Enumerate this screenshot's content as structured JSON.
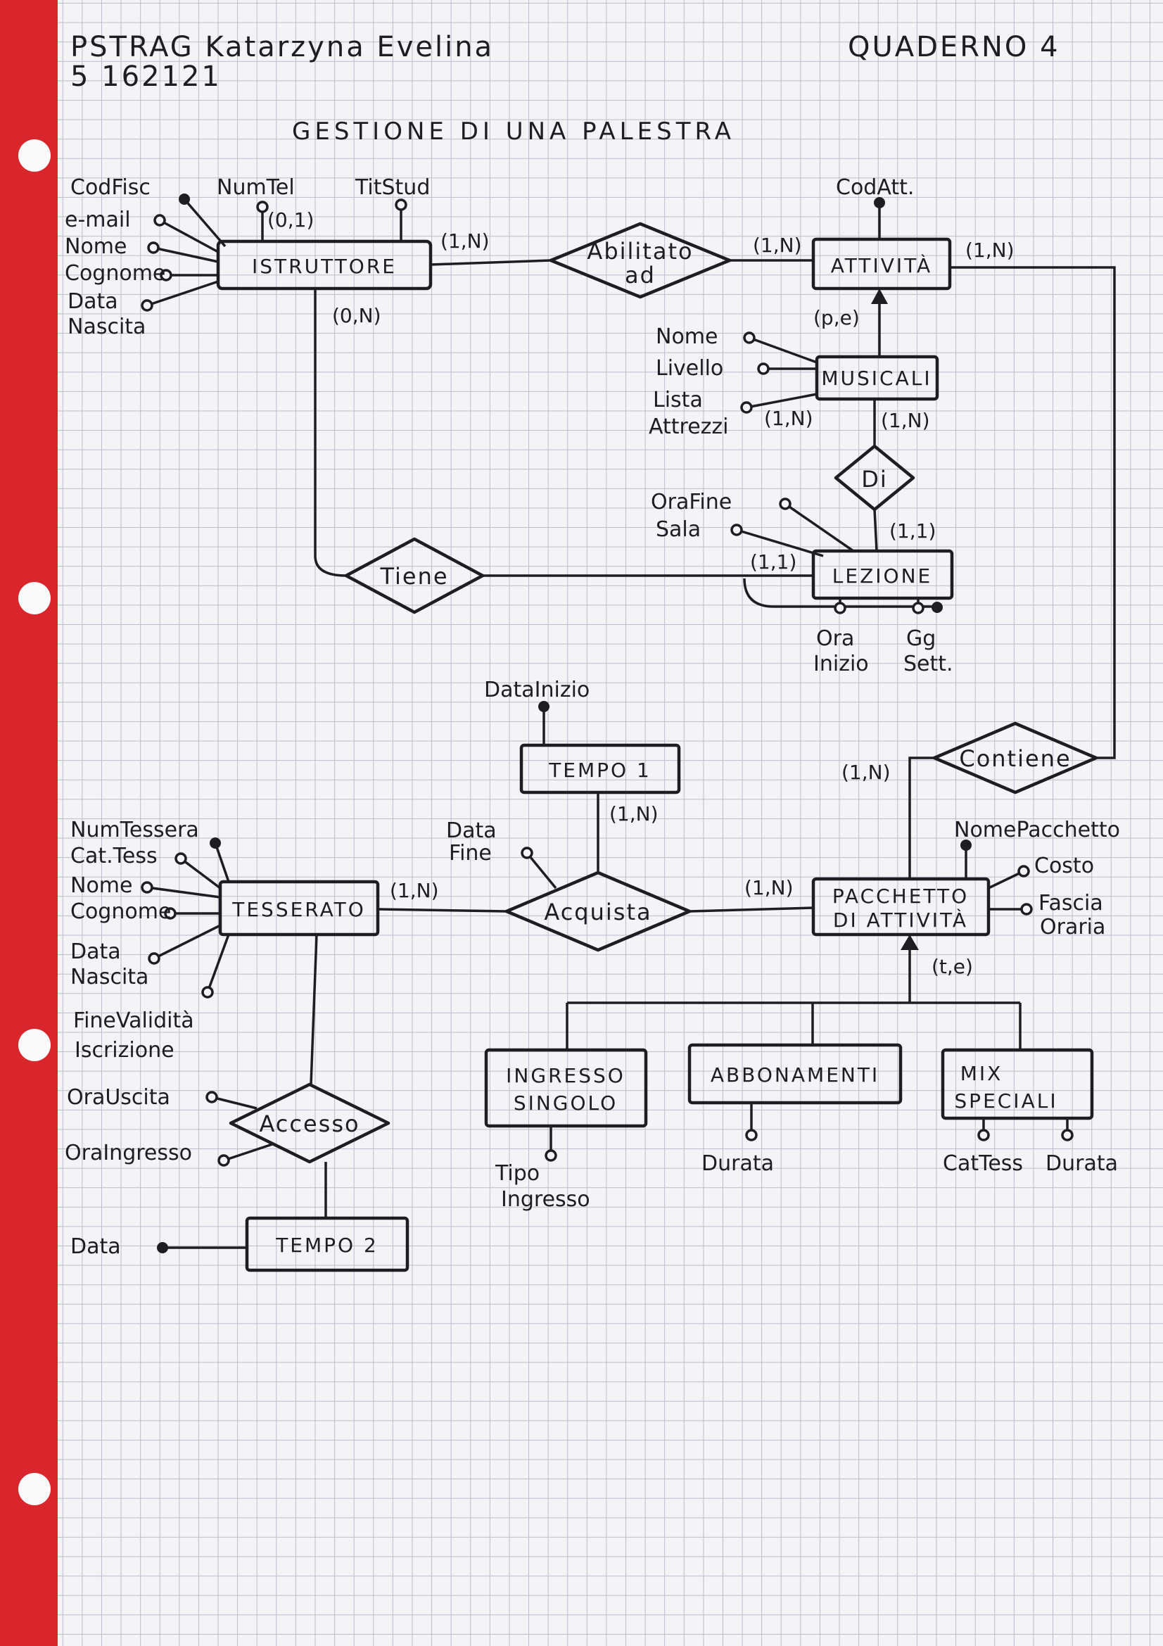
{
  "header": {
    "author": "PSTRAG Katarzyna Evelina",
    "student_id": "5 162121",
    "notebook": "QUADERNO 4",
    "title": "GESTIONE DI UNA PALESTRA"
  },
  "entities": {
    "istruttore": "ISTRUTTORE",
    "attivita": "ATTIVITÀ",
    "musicali": "MUSICALI",
    "lezione": "LEZIONE",
    "tempo1": "TEMPO 1",
    "tesserato": "TESSERATO",
    "pacchetto_1": "PACCHETTO",
    "pacchetto_2": "DI ATTIVITÀ",
    "ingresso_1": "INGRESSO",
    "ingresso_2": "SINGOLO",
    "abbonamenti": "ABBONAMENTI",
    "mix_1": "MIX",
    "mix_2": "SPECIALI",
    "tempo2": "TEMPO 2"
  },
  "relationships": {
    "abilitato_1": "Abilitato",
    "abilitato_2": "ad",
    "di": "Di",
    "tiene": "Tiene",
    "contiene": "Contiene",
    "acquista": "Acquista",
    "accesso": "Accesso"
  },
  "attributes": {
    "istruttore": [
      "CodFisc",
      "NumTel",
      "TitStud",
      "e-mail",
      "Nome",
      "Cognome",
      "Data",
      "Nascita"
    ],
    "attivita": [
      "CodAtt."
    ],
    "musicali": [
      "Nome",
      "Livello",
      "Lista",
      "Attrezzi"
    ],
    "lezione": [
      "OraFine",
      "Sala",
      "Ora",
      "Inizio",
      "Gg",
      "Sett."
    ],
    "tempo1": [
      "DataInizio"
    ],
    "acquista": [
      "Data",
      "Fine"
    ],
    "pacchetto": [
      "NomePacchetto",
      "Costo",
      "Fascia",
      "Oraria"
    ],
    "tesserato": [
      "NumTessera",
      "Cat.Tess",
      "Nome",
      "Cognome",
      "Data",
      "Nascita",
      "FineValidità",
      "Iscrizione"
    ],
    "accesso": [
      "OraUscita",
      "OraIngresso"
    ],
    "tempo2": [
      "Data"
    ],
    "ingresso_singolo": [
      "Tipo",
      "Ingresso"
    ],
    "abbonamenti": [
      "Durata"
    ],
    "mix_speciali": [
      "CatTess",
      "Durata"
    ]
  },
  "cardinalities": {
    "numtel": "(0,1)",
    "istruttore_abilitato": "(1,N)",
    "istruttore_tiene": "(0,N)",
    "abilitato_attivita": "(1,N)",
    "attivita_contiene": "(1,N)",
    "musicali_isa": "(p,e)",
    "lista_attrezzi": "(1,N)",
    "musicali_di": "(1,N)",
    "lezione_di": "(1,1)",
    "lezione_tiene": "(1,1)",
    "pacchetto_contiene": "(1,N)",
    "tempo1_acquista": "(1,N)",
    "tesserato_acquista": "(1,N)",
    "pacchetto_acquista": "(1,N)",
    "pacchetto_isa": "(t,e)"
  }
}
